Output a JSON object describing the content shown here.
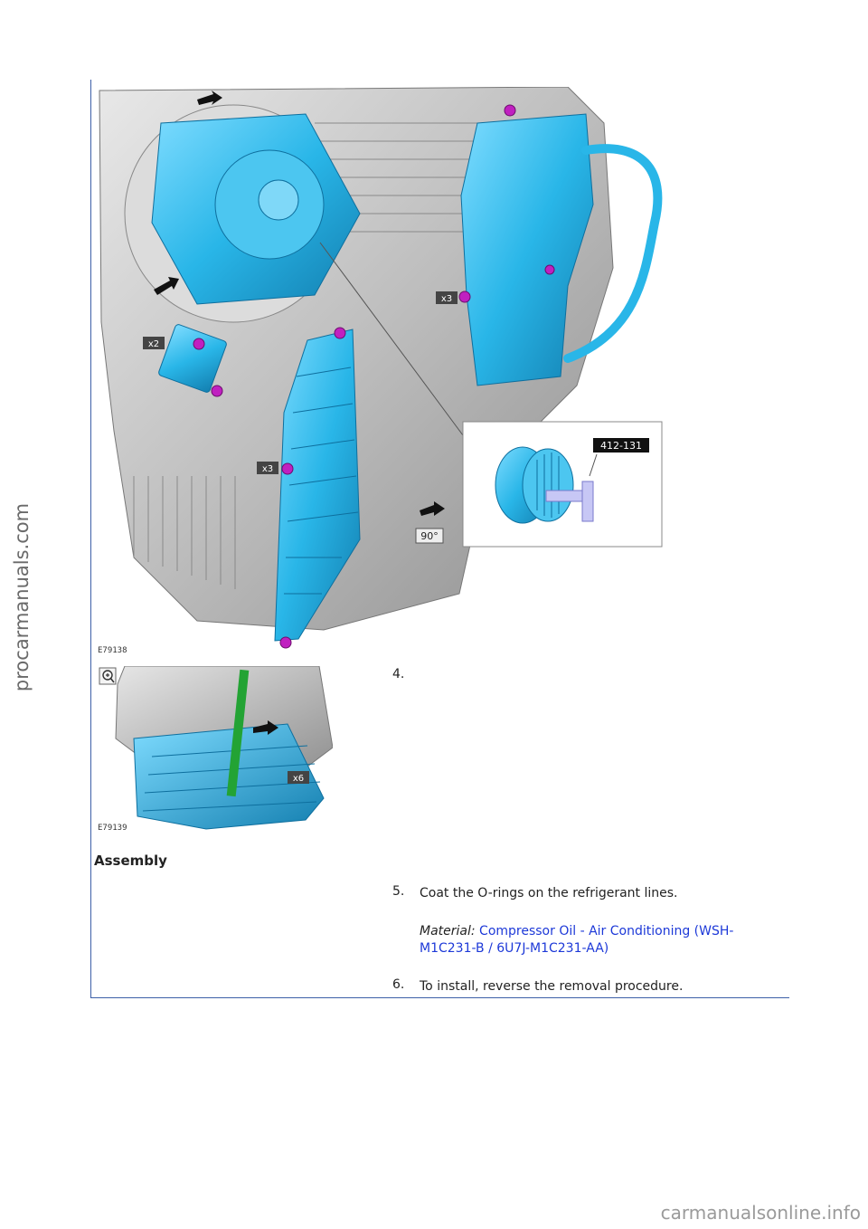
{
  "watermark_side": "procarmanuals.com",
  "watermark_footer": "carmanualsonline.info",
  "figure_main": {
    "code": "E79138",
    "tool_label": "412-131",
    "callouts": [
      "x3",
      "x2",
      "x3",
      "90°"
    ]
  },
  "figure_small": {
    "code": "E79139",
    "callouts": [
      "x6"
    ],
    "zoom_icon": "zoom-in-icon"
  },
  "steps": [
    {
      "number": "4.",
      "text": ""
    },
    {
      "number": "5.",
      "text": "Coat the O-rings on the refrigerant lines."
    },
    {
      "number": "6.",
      "text": "To install, reverse the removal procedure."
    }
  ],
  "section_heading": "Assembly",
  "material": {
    "label": "Material:",
    "link_line1": "Compressor Oil - Air Conditioning (WSH-",
    "link_line2": "M1C231-B / 6U7J-M1C231-AA)"
  },
  "colors": {
    "accent_blue": "#1d39d8",
    "frame_blue": "#3c5fa8",
    "part_cyan": "#29b6e8",
    "bolt_magenta": "#c020c0"
  }
}
